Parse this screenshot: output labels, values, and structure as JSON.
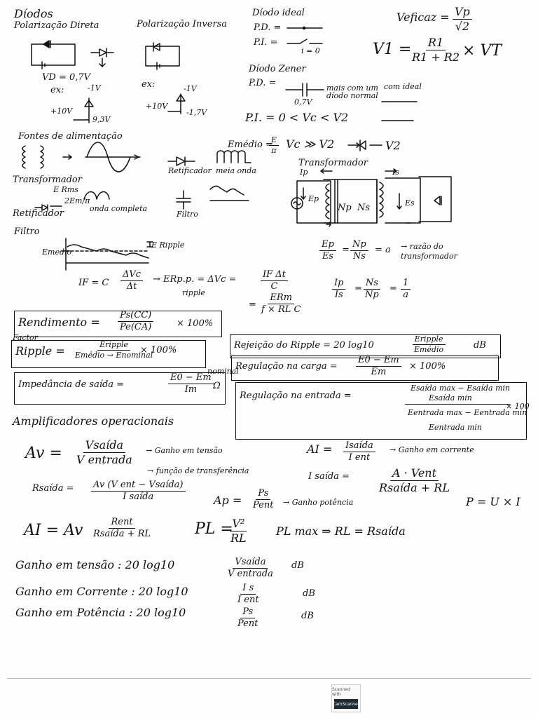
{
  "left_col": {
    "title": "Díodos",
    "pol_direta": "Polarização Direta",
    "pol_inversa": "Polarização Inversa",
    "vd": "VD = 0,7V",
    "ex1": "ex:",
    "minus1v_a": "-1V",
    "plus10v_a": "+10V",
    "out_a": "9,3V",
    "ex2": "ex:",
    "minus1v_b": "-1V",
    "plus10v_b": "+10V",
    "out_b": "-1,7V",
    "fontes": "Fontes de alimentação",
    "transformador": "Transformador",
    "retificador": "Retificador",
    "erms": "E Rms",
    "two_e": "2Em/π",
    "onda_completa": "onda completa",
    "retificador2": "Retificador",
    "meia_onda": "meia onda",
    "filtro_small": "Filtro",
    "filtro": "Filtro",
    "e_ripple": "E Ripple",
    "e_medio_small": "Emedio"
  },
  "right_col": {
    "diodo_ideal": "Díodo ideal",
    "pd": "P.D. =",
    "pi": "P.I. =",
    "i_zero": "i = 0",
    "vef_lhs": "Veficaz =",
    "vef_num": "Vp",
    "vef_den": "√2",
    "v1_lhs": "V1 =",
    "v1_num": "R1",
    "v1_den": "R1 + R2",
    "v1_rhs": "× VT",
    "zener": "Díodo Zener",
    "pd2": "P.D. =",
    "zener_note": "mais com um díodo normal",
    "como_ideal": "com ideal",
    "zener_v": "0,7V",
    "pi_cond": "P.I. =  0 < Vc < V2",
    "emedio_lhs": "Emédio =",
    "emedio_num": "E",
    "emedio_den": "π",
    "vc_cond": "Vc ≫ V2",
    "v2": "V2",
    "transformador": "Transformador",
    "ip": "Ip",
    "is": "Is",
    "ep": "Ep",
    "np": "Np",
    "ns": "Ns",
    "es": "Es"
  },
  "formulas": {
    "ratio_ep": "Ep",
    "ratio_es": "Es",
    "ratio_np": "Np",
    "ratio_ns": "Ns",
    "ratio_a": "= a",
    "razao": "→ razão do transformador",
    "ip_over": "Ip",
    "is_under": "Is",
    "ns_over": "Ns",
    "np_under": "Np",
    "one": "1",
    "a": "a",
    "if_lhs": "IF = C",
    "if_num": "ΔVc",
    "if_den": "Δt",
    "erpp": "→ ERp.p. = ΔVc =",
    "ripple_word": "ripple",
    "if_dt_num": "IF Δt",
    "if_dt_den": "C",
    "erm_num": "ERm",
    "erm_den": "f × RL C",
    "eq_sign": "="
  },
  "boxes": {
    "rend_label": "Rendimento =",
    "rend_num": "Ps(CC)",
    "rend_den": "Pe(CA)",
    "rend_tail": "× 100%",
    "factor": "Factor",
    "ripple_label": "Ripple =",
    "ripple_num": "Eripple",
    "ripple_den": "Emédio → Enominal",
    "ripple_tail": "× 100%",
    "imped_label": "Impedância de saída =",
    "imped_num": "E0 − Em",
    "imped_den": "Im",
    "imped_tail": "Ω",
    "nominal": "nominal",
    "rejeicao_label": "Rejeição do Ripple = 20 log10",
    "rejeicao_num": "Eripple",
    "rejeicao_den": "Emédio",
    "rejeicao_tail": "dB",
    "regcarga_label": "Regulação na carga =",
    "regcarga_num": "E0 − Em",
    "regcarga_den": "Em",
    "regcarga_tail": "× 100%",
    "regentrada_label": "Regulação na entrada =",
    "reg_n1": "Esaída max − Esaída min",
    "reg_n2": "Esaída min",
    "reg_d1": "Eentrada max − Eentrada min",
    "reg_d2": "Eentrada min",
    "reg_tail": "× 100"
  },
  "ampops": {
    "title": "Amplificadores operacionais",
    "av_lhs": "Av =",
    "av_num": "Vsaída",
    "av_den": "V entrada",
    "ganho_tensao": "→ Ganho em tensão",
    "funcao": "→ função de transferência",
    "ai_lhs": "AI =",
    "ai_num": "Isaída",
    "ai_den": "I ent",
    "ganho_corrente": "→ Ganho em corrente",
    "isaida_lhs": "I saída =",
    "isaida_num": "A · Vent",
    "isaida_den": "Rsaída + RL",
    "rsaida_lhs": "Rsaída =",
    "rsaida_num": "Av (V ent − Vsaída)",
    "rsaida_den": "I saída",
    "ap_lhs": "Ap =",
    "ap_num": "Ps",
    "ap_den": "Pent",
    "ganho_potencia": "→ Ganho potência",
    "p_uxi": "P = U × I",
    "ai2_lhs": "AI = Av",
    "ai2_num": "Rent",
    "ai2_den": "Rsaída + RL",
    "pl_lhs": "PL =",
    "pl_num": "V²",
    "pl_den": "RL",
    "pl_max": "PL max ⇒ RL = Rsaída",
    "g_tensao_lhs": "Ganho em tensão : 20 log10",
    "g_tensao_num": "Vsaída",
    "g_tensao_den": "V entrada",
    "g_corrente_lhs": "Ganho em Corrente : 20 log10",
    "g_corrente_num": "I s",
    "g_corrente_den": "I ent",
    "g_potencia_lhs": "Ganho em Potência : 20 log10",
    "g_potencia_num": "Ps",
    "g_potencia_den": "Pent",
    "db": "dB"
  },
  "footer": {
    "scanned_with": "Scanned with",
    "camscanner": "CamScanner"
  }
}
